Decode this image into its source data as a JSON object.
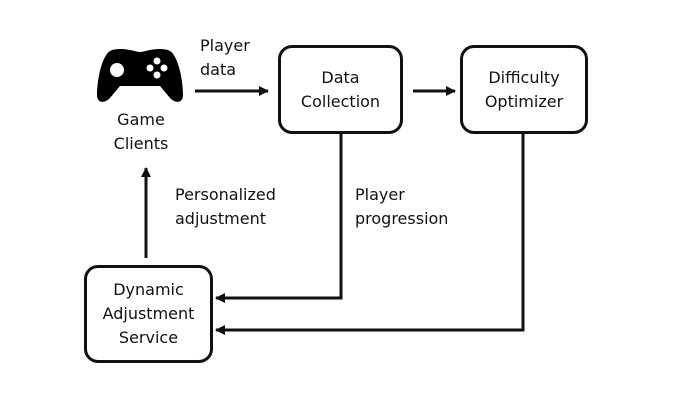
{
  "nodes": {
    "game_clients": [
      "Game",
      "Clients"
    ],
    "data_collection": [
      "Data",
      "Collection"
    ],
    "difficulty_optimizer": [
      "Difficulty",
      "Optimizer"
    ],
    "dynamic_adjustment": [
      "Dynamic",
      "Adjustment",
      "Service"
    ]
  },
  "edges": {
    "player_data": [
      "Player",
      "data"
    ],
    "personalized_adjustment": [
      "Personalized",
      "adjustment"
    ],
    "player_progression": [
      "Player",
      "progression"
    ]
  },
  "icons": {
    "game_clients": "gamepad-icon"
  }
}
